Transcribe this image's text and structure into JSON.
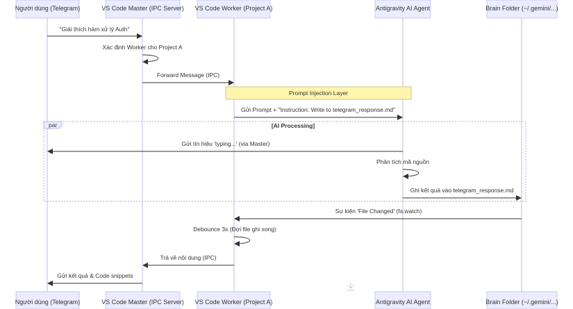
{
  "actors": [
    {
      "label": "Người dùng (Telegram)"
    },
    {
      "label": "VS Code Master (IPC Server)"
    },
    {
      "label": "VS Code Worker (Project A)"
    },
    {
      "label": "Antigravity AI Agent"
    },
    {
      "label": "Brain Folder (~/.gemini/...)"
    }
  ],
  "note": {
    "text": "Prompt Injection Layer"
  },
  "par_block": {
    "keyword": "par",
    "title": "[AI Processing]"
  },
  "messages": [
    {
      "from": 0,
      "to": 1,
      "text": "\"Giải thích hàm xử lý Auth\""
    },
    {
      "from": 1,
      "to": 1,
      "text": "Xác định Worker cho Project A"
    },
    {
      "from": 1,
      "to": 2,
      "text": "Forward Message (IPC)"
    },
    {
      "from": 2,
      "to": 3,
      "text": "Gửi Prompt + \"Instruction: Write to telegram_response.md\""
    },
    {
      "from": 3,
      "to": 0,
      "text": "Gửi tín hiệu 'typing...' (via Master)"
    },
    {
      "from": 3,
      "to": 3,
      "text": "Phân tích mã nguồn"
    },
    {
      "from": 3,
      "to": 4,
      "text": "Ghi kết quả vào telegram_response.md"
    },
    {
      "from": 4,
      "to": 2,
      "text": "Sự kiện 'File Changed' (fs.watch)"
    },
    {
      "from": 2,
      "to": 2,
      "text": "Debounce 3s (Đợi file ghi xong)"
    },
    {
      "from": 2,
      "to": 1,
      "text": "Trả về nội dung (IPC)"
    },
    {
      "from": 1,
      "to": 0,
      "text": "Gửi kết quả & Code snippets"
    }
  ],
  "icons": {
    "download": "download-icon"
  },
  "colors": {
    "actor_fill": "#ececff",
    "actor_border": "#c9c9f0",
    "note_fill": "#fff5ad",
    "line": "#333333"
  }
}
